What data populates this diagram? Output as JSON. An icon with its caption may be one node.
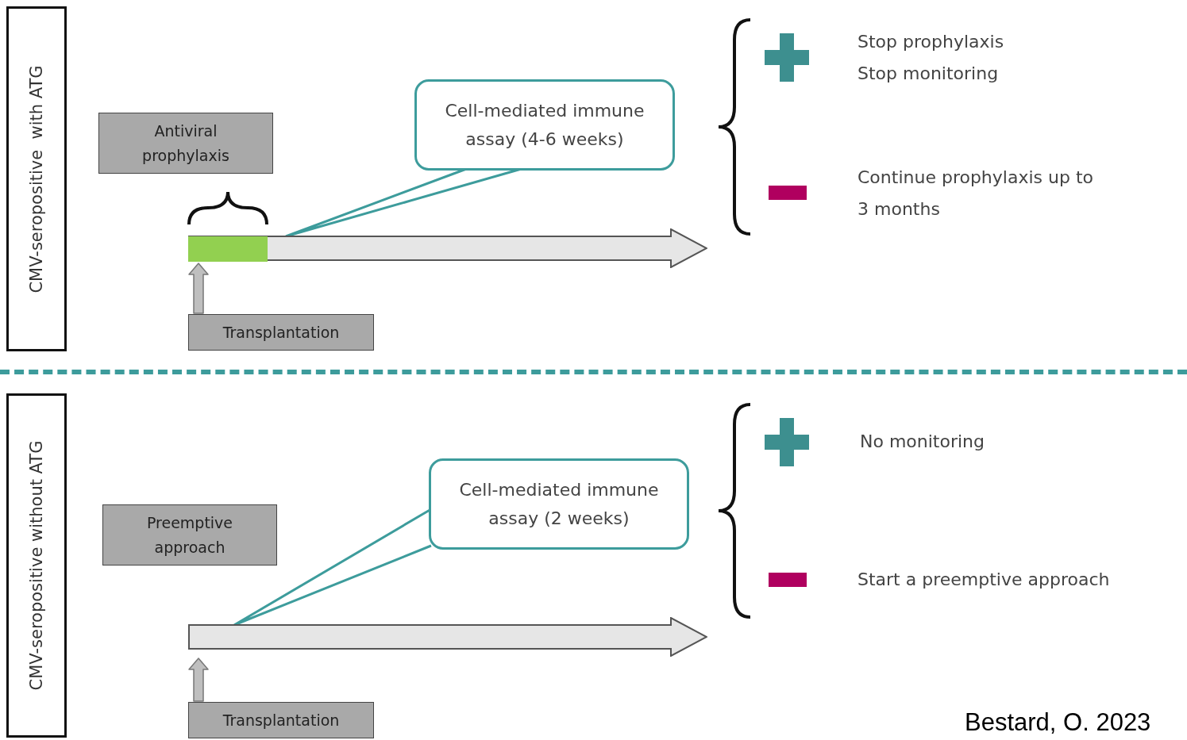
{
  "diagram": {
    "nodes": [
      {
        "text": [
          "CMV-seropositive  with ATG"
        ]
      },
      {
        "text": [
          "Antiviral prophylaxis"
        ]
      },
      {
        "text": [],
        "shape": "bar",
        "in": 3
      },
      {
        "text": [],
        "shape": "arrow"
      },
      {
        "text": [
          "Cell-mediated immune assay (4-6 weeks)"
        ]
      },
      {
        "text": [
          "Transplantation"
        ]
      },
      {
        "text": [
          "CMV-seropositive without ATG"
        ]
      },
      {
        "text": [
          "Preemptive approach"
        ]
      },
      {
        "text": [],
        "shape": "arrow"
      },
      {
        "text": [
          "Cell-mediated immune assay (2 weeks)"
        ]
      },
      {
        "text": [
          "Transplantation"
        ]
      }
    ],
    "edges": [
      {
        "from": 4,
        "to": 3,
        "arrow": "none",
        "color": "#3d9c9c"
      },
      {
        "from": 5,
        "to": 2,
        "arrow": "to",
        "color": "#bfbfbf"
      },
      {
        "from": 9,
        "to": 8,
        "arrow": "none",
        "color": "#3d9c9c"
      },
      {
        "from": 10,
        "to": 8,
        "arrow": "to",
        "color": "#bfbfbf"
      }
    ],
    "labels": [
      "Stop prophylaxis",
      "Stop monitoring",
      "Continue prophylaxis up to 3 months",
      "No monitoring",
      "Start a preemptive approach",
      "Bestard, O. 2023"
    ]
  }
}
